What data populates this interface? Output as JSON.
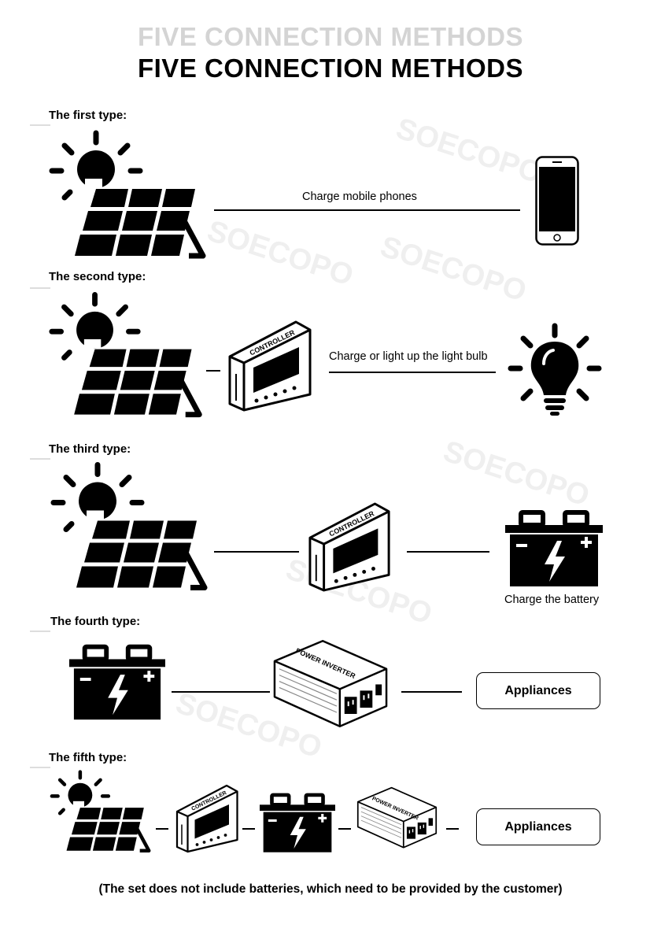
{
  "title": "FIVE CONNECTION METHODS",
  "watermark": "SOECOPO",
  "types": [
    {
      "label": "The first type:",
      "caption": "Charge mobile phones"
    },
    {
      "label": "The second type:",
      "caption": "Charge or light up the light bulb"
    },
    {
      "label": "The third type:",
      "caption": "Charge the battery"
    },
    {
      "label": "The fourth type:",
      "caption": "Appliances"
    },
    {
      "label": "The fifth type:",
      "caption": "Appliances"
    }
  ],
  "device_labels": {
    "controller": "CONTROLLER",
    "inverter": "POWER INVERTER"
  },
  "footer": "(The set does not include batteries, which need to be provided by the customer)",
  "icons": [
    "solar-panel-icon",
    "phone-icon",
    "controller-icon",
    "light-bulb-icon",
    "battery-icon",
    "power-inverter-icon"
  ]
}
